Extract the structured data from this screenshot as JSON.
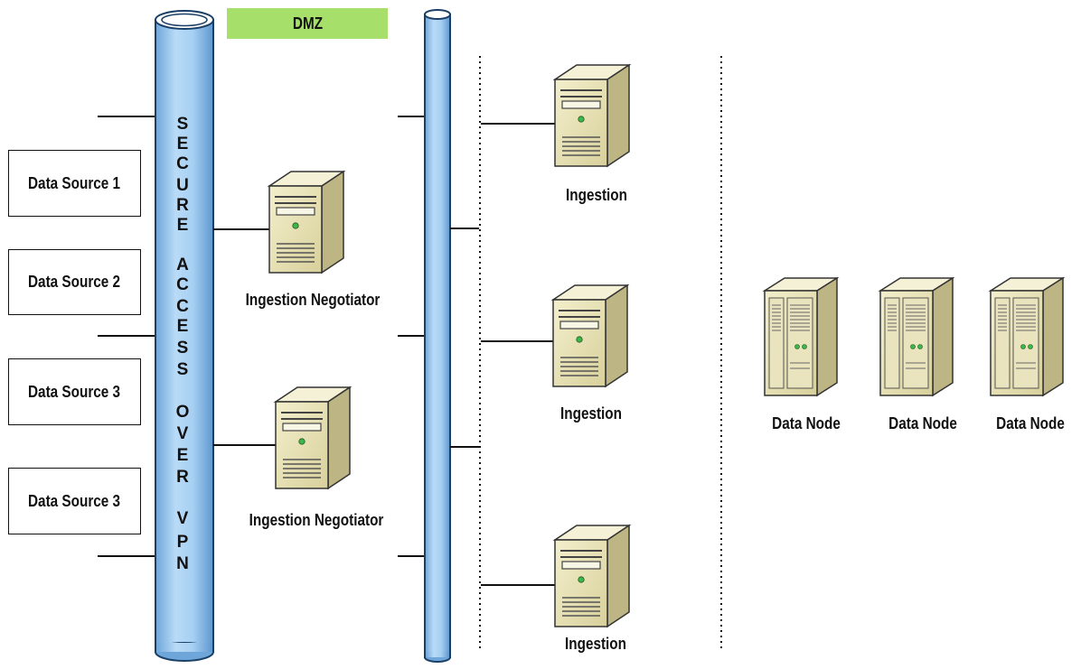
{
  "dmz_label": "DMZ",
  "vpn_text": [
    "S",
    "E",
    "C",
    "U",
    "R",
    "E",
    "A",
    "C",
    "C",
    "E",
    "S",
    "S",
    "O",
    "V",
    "E",
    "R",
    "V",
    "P",
    "N"
  ],
  "data_sources": [
    "Data Source 1",
    "Data Source 2",
    "Data Source 3",
    "Data Source 3"
  ],
  "negotiators": [
    "Ingestion Negotiator",
    "Ingestion Negotiator"
  ],
  "ingestion_nodes": [
    "Ingestion",
    "Ingestion",
    "Ingestion"
  ],
  "data_nodes": [
    "Data Node",
    "Data Node",
    "Data Node"
  ],
  "colors": {
    "pipe_fill": "#9ec8ee",
    "pipe_stroke": "#1a3f66",
    "dmz_fill": "#a6e06a",
    "server_front": "#e6e1b3",
    "server_side": "#bdb583",
    "server_top": "#f4f1d6"
  }
}
